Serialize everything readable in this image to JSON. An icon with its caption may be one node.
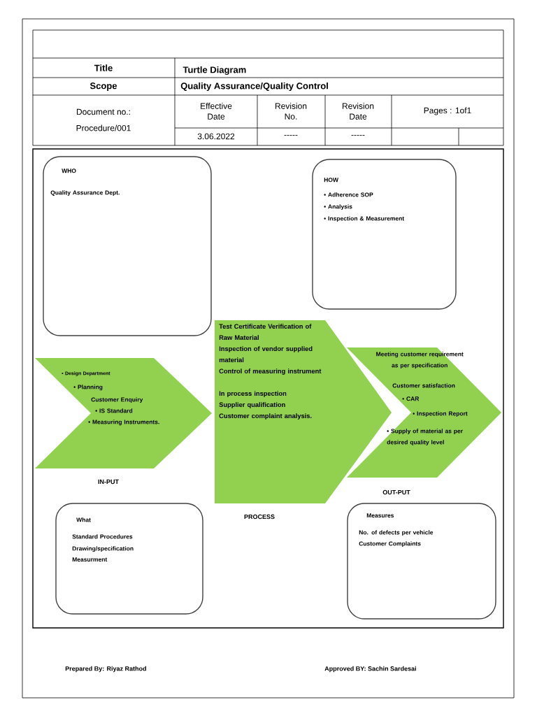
{
  "diagram": {
    "title": "Turtle Diagram",
    "nodes": [
      {
        "text": [
          "WHO",
          "Quality Assurance Dept."
        ]
      },
      {
        "text": [
          "HOW",
          "• Adherence SOP",
          "• Analysis",
          "• Inspection & Measurement"
        ]
      },
      {
        "text": [
          "• Design Department",
          "• Planning",
          "Customer Enquiry",
          "• IS Standard",
          "• Measuring Instruments."
        ],
        "beside": [
          "IN-PUT"
        ]
      },
      {
        "text": [
          "Test Certificate Verification of Raw Material",
          "Inspection of vendor supplied material",
          "Control of measuring instrument",
          "In process inspection",
          "Supplier qualification",
          "Customer complaint analysis."
        ],
        "beside": [
          "PROCESS"
        ]
      },
      {
        "text": [
          "Meeting customer requirement as per specification",
          "Customer satisfaction",
          "• CAR",
          "• Inspection Report",
          "• Supply of material as per desired quality level"
        ]
      },
      {
        "text": [
          "What",
          "Standard Procedures",
          "Drawing/specification",
          "Measurment"
        ]
      },
      {
        "text": [
          "Measures",
          "No. of defects per vehicle",
          "Customer Complaints"
        ]
      }
    ],
    "edges": [],
    "labels": [
      "Title",
      "Scope",
      "Quality Assurance/Quality Control",
      "Document no.:",
      "Procedure/001",
      "Effective Date",
      "Revision No.",
      "Revision Date",
      "Pages : 1of1",
      "3.06.2022",
      "-----",
      "-----",
      "OUT-PUT",
      "Prepared By: Riyaz Rathod",
      "Approved BY: Sachin Sardesai"
    ]
  }
}
